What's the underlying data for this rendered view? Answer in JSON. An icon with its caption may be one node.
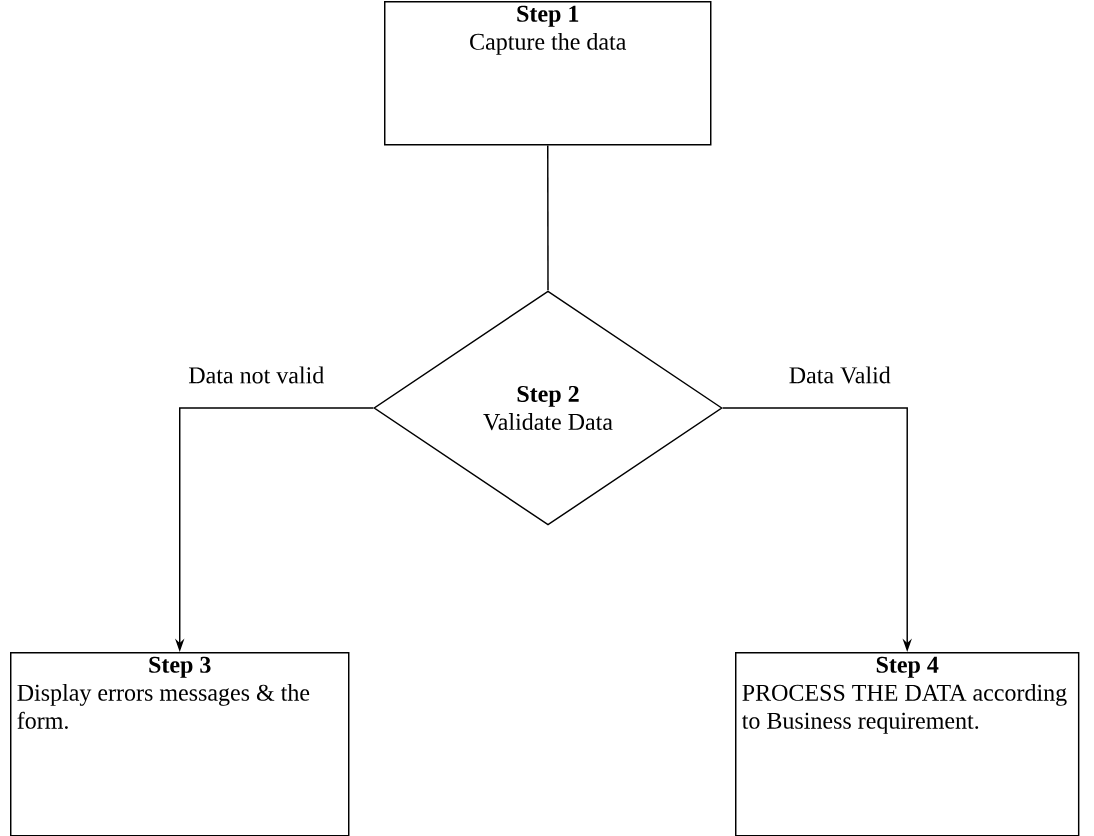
{
  "diagram": {
    "nodes": [
      {
        "text": [
          "Step 1",
          "Capture the data"
        ]
      },
      {
        "text": [
          "Step 2",
          "Validate Data"
        ]
      },
      {
        "text": [
          "Step 3",
          "Display errors messages & the form."
        ]
      },
      {
        "text": [
          "Step 4",
          "PROCESS THE DATA according to Business requirement."
        ]
      }
    ],
    "edges": [
      {
        "from": 0,
        "to": 1,
        "arrow": "none"
      },
      {
        "from": 1,
        "to": 2,
        "arrow": "to",
        "label": "Data not valid"
      },
      {
        "from": 1,
        "to": 3,
        "arrow": "to",
        "label": "Data Valid"
      }
    ]
  }
}
